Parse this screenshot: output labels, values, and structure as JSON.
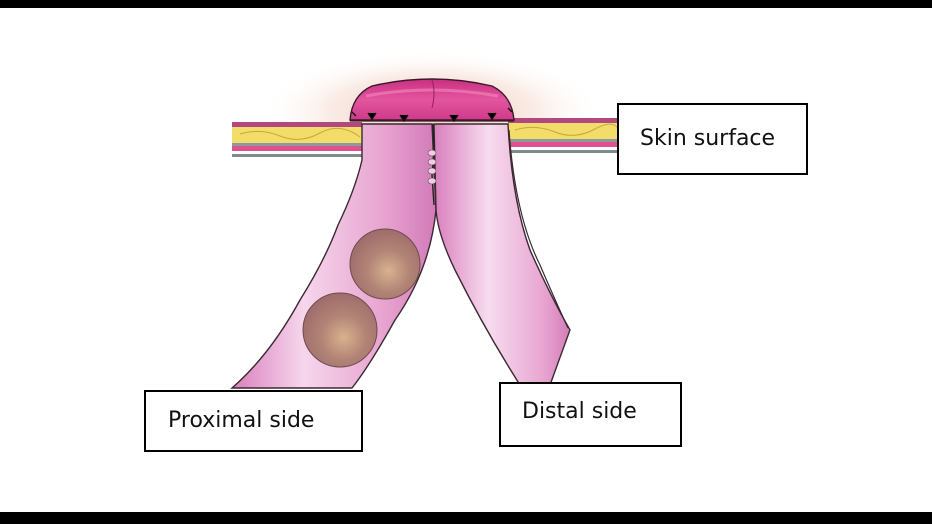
{
  "figure": {
    "subject": "double-barrel stoma (loop ileostomy/colostomy) through abdominal wall",
    "labels": {
      "skin_surface": "Skin surface",
      "proximal_side": "Proximal side",
      "distal_side": "Distal side"
    },
    "colors": {
      "bowel_pink": "#e7a3cf",
      "bowel_highlight": "#f7dcef",
      "stoma_magenta": "#d63a8c",
      "fat_yellow": "#f2dc6a",
      "muscle_pink": "#e0508f",
      "stool_brown": "#a8786f",
      "halo": "#f3d6c8",
      "frame_black": "#000000"
    }
  }
}
